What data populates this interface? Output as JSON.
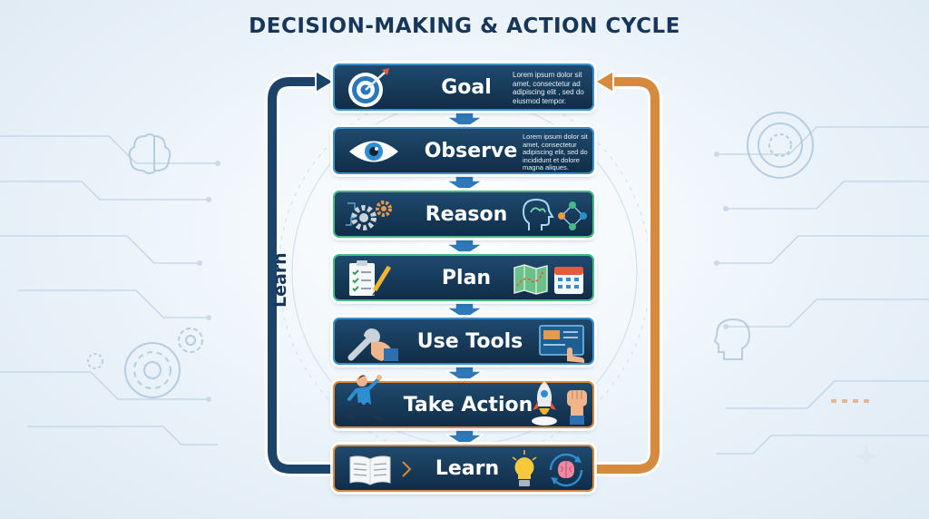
{
  "title": "DECISION-MAKING & ACTION CYCLE",
  "loop_label": "Learn",
  "steps": [
    {
      "label": "Goal",
      "description": "Lorem ipsum dolor sit amet, consectetur ad adipiscing elit , sed do eiusmod tempor.",
      "border": "#3e8fc9",
      "icons": [
        "target-icon"
      ]
    },
    {
      "label": "Observe",
      "description": "Lorem ipsum dolor sit amet, consectetur adipiscing elit, sed do incididunt et dolore magna aliques.",
      "border": "#3e8fc9",
      "icons": [
        "eye-icon"
      ]
    },
    {
      "label": "Reason",
      "description": "",
      "border": "#46b985",
      "icons": [
        "gears-icon",
        "brain-head-icon",
        "network-icon"
      ]
    },
    {
      "label": "Plan",
      "description": "",
      "border": "#46b985",
      "icons": [
        "checklist-icon",
        "map-icon",
        "calendar-icon"
      ]
    },
    {
      "label": "Use Tools",
      "description": "",
      "border": "#3e8fc9",
      "icons": [
        "wrench-hand-icon",
        "screen-tap-icon"
      ]
    },
    {
      "label": "Take Action",
      "description": "",
      "border": "#d8893c",
      "icons": [
        "running-person-icon",
        "rocket-icon",
        "fist-icon"
      ]
    },
    {
      "label": "Learn",
      "description": "",
      "border": "#d8893c",
      "icons": [
        "book-icon",
        "lightbulb-icon",
        "brain-cycle-icon"
      ]
    }
  ],
  "colors": {
    "title": "#17365a",
    "box_fill": "#163b5c",
    "left_loop": "#1c4468",
    "right_loop": "#d58a3e",
    "connector": "#2f79b8"
  }
}
